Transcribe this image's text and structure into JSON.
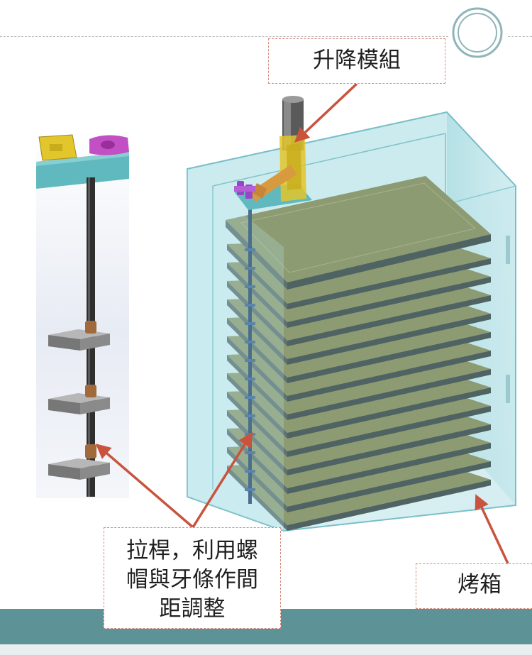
{
  "labels": {
    "lift_module": "升降模組",
    "pull_rod": "拉桿，利用螺\n帽與牙條作間\n距調整",
    "oven": "烤箱"
  },
  "colors": {
    "arrow": "#c9533d",
    "label_border": "#d38a7c",
    "oven_glass": "#9fd7de",
    "tray": "#8d9b73",
    "tray_edge": "#4f6363",
    "plate_cyan": "#5fb9be",
    "rod": "#2f2f2f",
    "bottom_band": "#5d9297"
  },
  "icons": {
    "corner_decoration": "double-circle-icon"
  }
}
